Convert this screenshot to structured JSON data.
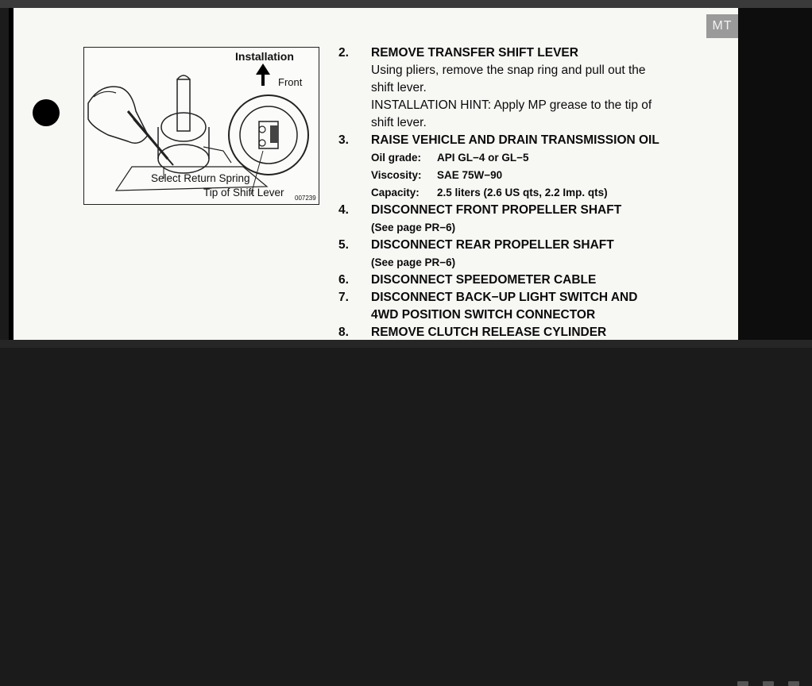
{
  "section_tab": "MT",
  "figure": {
    "title": "Installation",
    "arrow_label": "Front",
    "callout_spring": "Select Return Spring",
    "callout_lever": "Tip of Shift Lever",
    "figure_code": "007239"
  },
  "steps": [
    {
      "num": "2.",
      "heading": "REMOVE TRANSFER SHIFT LEVER",
      "body": [
        "Using pliers, remove the snap ring and pull out the",
        "shift lever.",
        "INSTALLATION HINT: Apply MP grease to the tip of",
        "shift lever."
      ]
    },
    {
      "num": "3.",
      "heading": "RAISE VEHICLE AND DRAIN TRANSMISSION OIL",
      "specs": [
        {
          "key": "Oil grade:",
          "value": "API GL−4 or GL−5"
        },
        {
          "key": "Viscosity:",
          "value": "SAE 75W−90"
        },
        {
          "key": "Capacity:",
          "value": "2.5 liters (2.6 US qts, 2.2 Imp. qts)"
        }
      ]
    },
    {
      "num": "4.",
      "heading": "DISCONNECT FRONT PROPELLER SHAFT",
      "ref": "(See page PR−6)"
    },
    {
      "num": "5.",
      "heading": "DISCONNECT REAR PROPELLER SHAFT",
      "ref": "(See page PR−6)"
    },
    {
      "num": "6.",
      "heading": "DISCONNECT SPEEDOMETER CABLE"
    },
    {
      "num": "7.",
      "heading": "DISCONNECT BACK−UP LIGHT SWITCH AND",
      "heading2": "4WD POSITION SWITCH CONNECTOR"
    },
    {
      "num": "8.",
      "heading": "REMOVE CLUTCH RELEASE CYLINDER"
    }
  ]
}
